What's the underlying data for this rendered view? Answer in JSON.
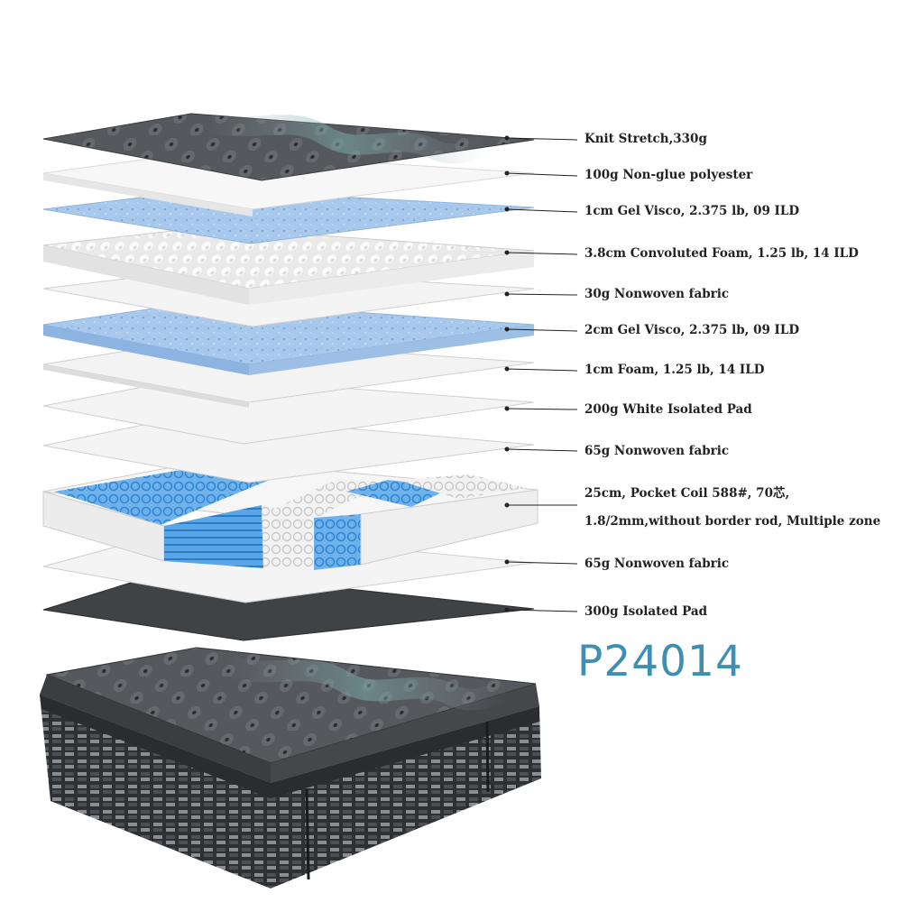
{
  "model_code": "P24014",
  "colors": {
    "accent": "#3f8eb3",
    "knit_dark": "#4a4c50",
    "gel_blue": "#a9c9ec",
    "foam_white": "#f3f3f3",
    "coil_blue": "#4e9fe0",
    "black_pad": "#404346"
  },
  "layers": [
    {
      "id": "knit-stretch",
      "label": "Knit Stretch,330g"
    },
    {
      "id": "nonglue-polyester",
      "label": "100g  Non-glue polyester"
    },
    {
      "id": "gel-visco-1cm",
      "label": "1cm Gel Visco, 2.375 lb, 09 ILD"
    },
    {
      "id": "convoluted-foam",
      "label": "3.8cm Convoluted Foam, 1.25 lb, 14 ILD"
    },
    {
      "id": "nonwoven-30g",
      "label": "30g Nonwoven fabric"
    },
    {
      "id": "gel-visco-2cm",
      "label": "2cm Gel Visco, 2.375 lb, 09 ILD"
    },
    {
      "id": "foam-1cm",
      "label": "1cm Foam, 1.25 lb, 14 ILD"
    },
    {
      "id": "white-isolated-pad",
      "label": "200g White Isolated Pad"
    },
    {
      "id": "nonwoven-65g-top",
      "label": "65g Nonwoven fabric"
    },
    {
      "id": "pocket-coil",
      "label": "25cm, Pocket Coil 588#, 70芯,",
      "label_line2": "1.8/2mm,without border rod, Multiple zone"
    },
    {
      "id": "nonwoven-65g-bottom",
      "label": "65g Nonwoven fabric"
    },
    {
      "id": "isolated-pad-300g",
      "label": "300g Isolated Pad"
    }
  ]
}
